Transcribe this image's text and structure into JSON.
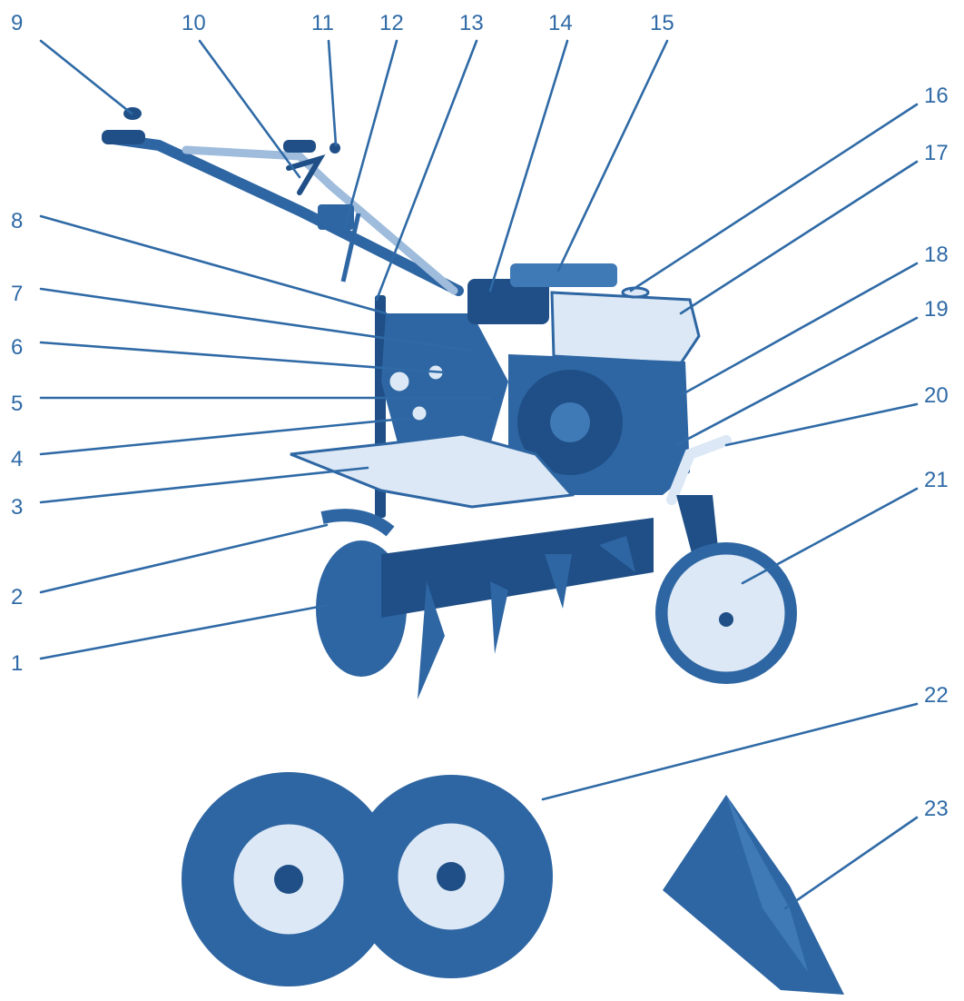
{
  "callouts": [
    {
      "id": "c1",
      "label": "1"
    },
    {
      "id": "c2",
      "label": "2"
    },
    {
      "id": "c3",
      "label": "3"
    },
    {
      "id": "c4",
      "label": "4"
    },
    {
      "id": "c5",
      "label": "5"
    },
    {
      "id": "c6",
      "label": "6"
    },
    {
      "id": "c7",
      "label": "7"
    },
    {
      "id": "c8",
      "label": "8"
    },
    {
      "id": "c9",
      "label": "9"
    },
    {
      "id": "c10",
      "label": "10"
    },
    {
      "id": "c11",
      "label": "11"
    },
    {
      "id": "c12",
      "label": "12"
    },
    {
      "id": "c13",
      "label": "13"
    },
    {
      "id": "c14",
      "label": "14"
    },
    {
      "id": "c15",
      "label": "15"
    },
    {
      "id": "c16",
      "label": "16"
    },
    {
      "id": "c17",
      "label": "17"
    },
    {
      "id": "c18",
      "label": "18"
    },
    {
      "id": "c19",
      "label": "19"
    },
    {
      "id": "c20",
      "label": "20"
    },
    {
      "id": "c21",
      "label": "21"
    },
    {
      "id": "c22",
      "label": "22"
    },
    {
      "id": "c23",
      "label": "23"
    }
  ],
  "colors": {
    "ink": "#2f6aa6",
    "machine": "#2e66a3",
    "highlight": "#dce8f5"
  }
}
